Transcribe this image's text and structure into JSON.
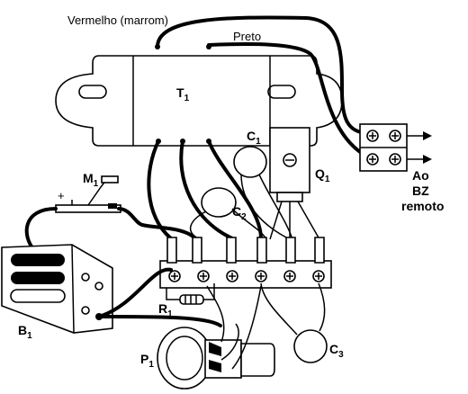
{
  "labels": {
    "wire_red": "Vermelho (marrom)",
    "wire_black": "Preto",
    "transformer": "T",
    "transformer_sub": "1",
    "switch": "M",
    "switch_sub": "1",
    "switch_plus": "+",
    "capacitor1": "C",
    "capacitor1_sub": "1",
    "capacitor2": "C",
    "capacitor2_sub": "2",
    "capacitor3": "C",
    "capacitor3_sub": "3",
    "transistor": "Q",
    "transistor_sub": "1",
    "resistor": "R",
    "resistor_sub": "1",
    "battery": "B",
    "battery_sub": "1",
    "potentiometer": "P",
    "potentiometer_sub": "1",
    "output_line1": "Ao",
    "output_line2": "BZ",
    "output_line3": "remoto"
  }
}
